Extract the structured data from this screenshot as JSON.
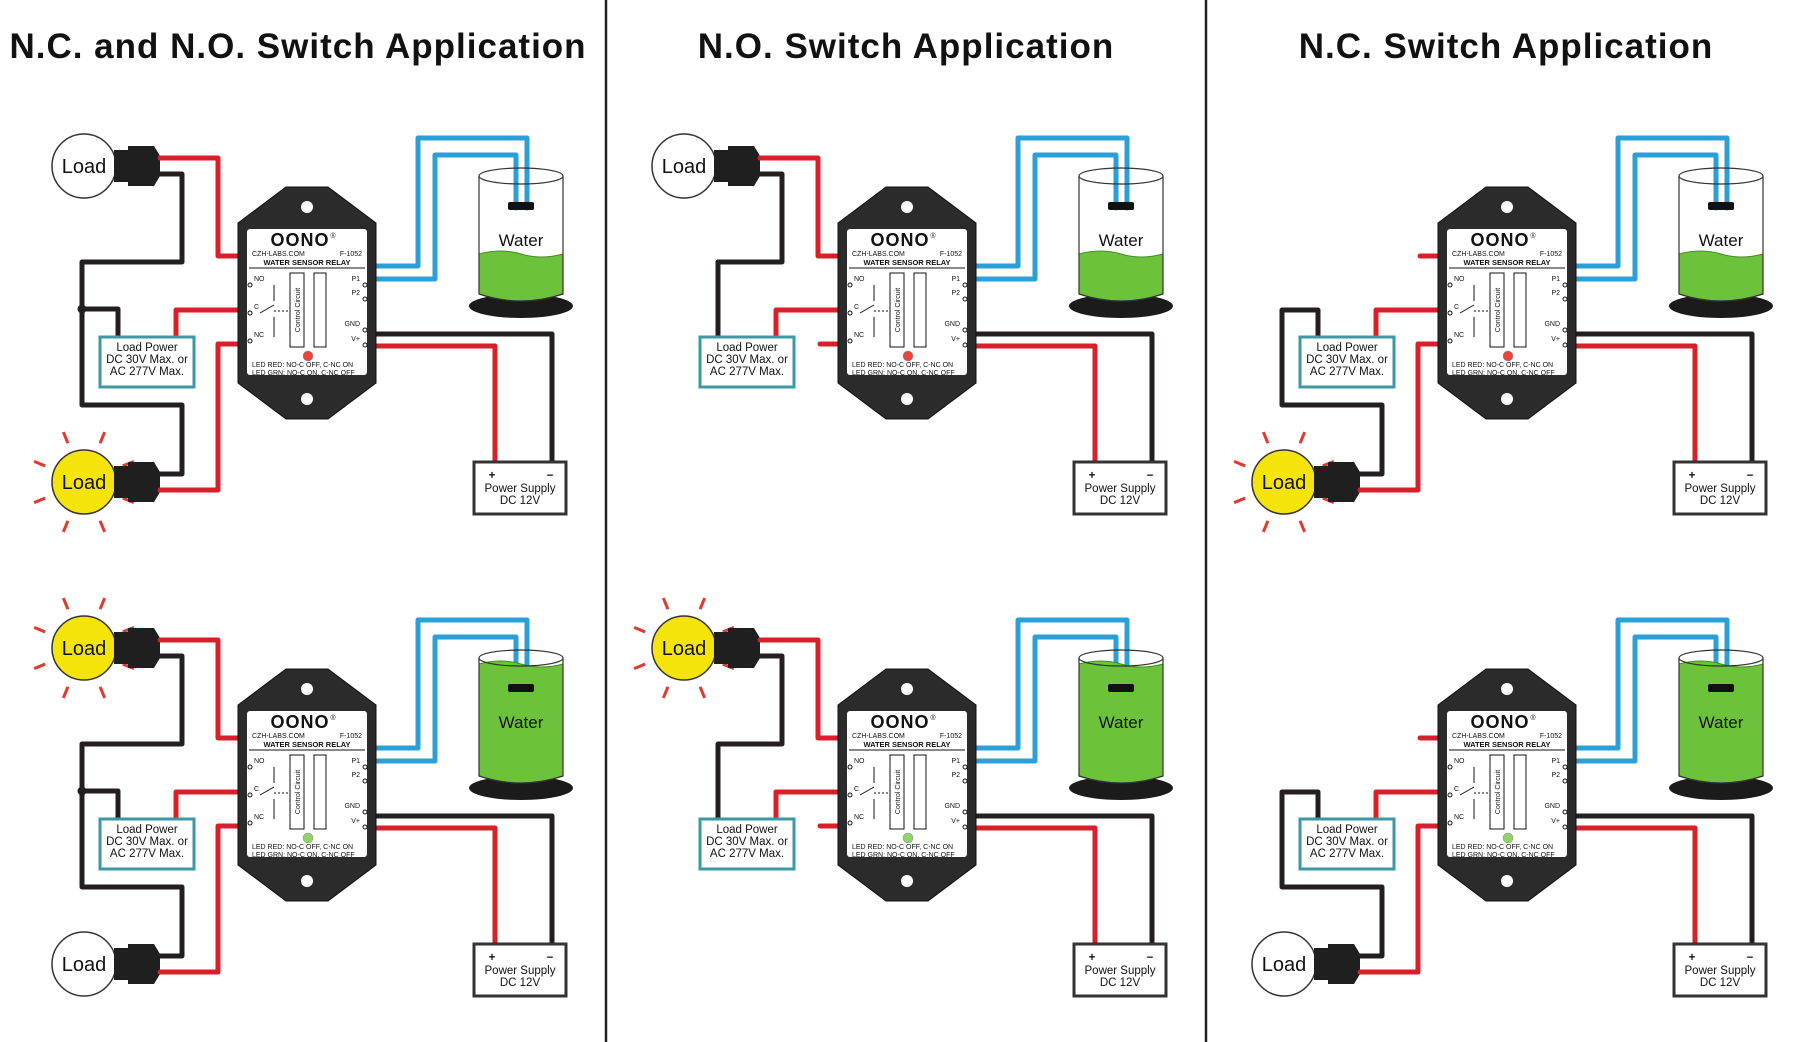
{
  "columns": [
    {
      "title": "N.C. and N.O. Switch Application",
      "type": "both"
    },
    {
      "title": "N.O. Switch Application",
      "type": "no"
    },
    {
      "title": "N.C. Switch Application",
      "type": "nc"
    }
  ],
  "rows": [
    {
      "state": "dry",
      "led_color": "#e8463a",
      "water_level": 0.35
    },
    {
      "state": "wet",
      "led_color": "#8fd36b",
      "water_level": 0.95
    }
  ],
  "labels": {
    "load": "Load",
    "water": "Water",
    "load_power": [
      "Load Power",
      "DC 30V Max. or",
      "AC 277V Max."
    ],
    "power_supply": [
      "Power Supply",
      "DC 12V"
    ],
    "plus": "+",
    "minus": "−"
  },
  "relay": {
    "brand": "OONO",
    "registered": "®",
    "website": "CZH-LABS.COM",
    "model": "F-1052",
    "name": "WATER SENSOR RELAY",
    "pins_left": [
      "NO",
      "C",
      "NC"
    ],
    "pins_right": [
      "P1",
      "P2",
      "GND",
      "V+"
    ],
    "circuit": "Control Circuit",
    "led_notes": [
      "LED RED: NO-C OFF, C-NC ON",
      "LED GRN: NO-C ON, C-NC OFF"
    ]
  },
  "colors": {
    "wire_red": "#d81f2a",
    "wire_black": "#231f20",
    "wire_blue": "#2a9fd8",
    "box_teal": "#3a9aa3",
    "water_green": "#6cc23a",
    "water_dark": "#3e8f1e",
    "bulb_on": "#f4e40a",
    "ray_red": "#e03a2f",
    "relay_body": "#2b2b2b"
  }
}
